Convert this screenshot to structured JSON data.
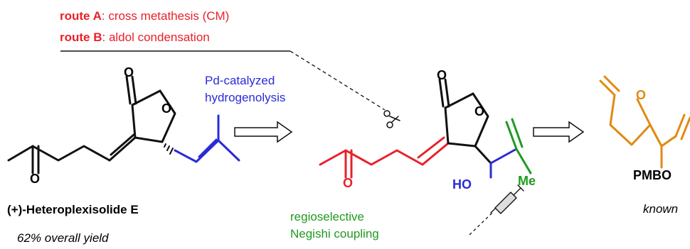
{
  "header": {
    "route_a_label": "route A",
    "route_a_text": ": cross metathesis (CM)",
    "route_b_label": "route B",
    "route_b_text": ": aldol condensation"
  },
  "step1": {
    "line1": "Pd-catalyzed",
    "line2": "hydrogenolysis"
  },
  "step2": {
    "line1": "regioselective",
    "line2": "Negishi coupling"
  },
  "compound1": {
    "name": "(+)-Heteroplexisolide E",
    "yield": "62% overall yield"
  },
  "compound3": {
    "note": "known"
  },
  "atoms": {
    "O": "O",
    "HO": "HO",
    "Me": "Me",
    "PMBO": "PMBO"
  },
  "colors": {
    "red": "#e8202a",
    "blue": "#2a2ad8",
    "green": "#1f9a1f",
    "orange": "#e08a10",
    "black": "#111111"
  }
}
